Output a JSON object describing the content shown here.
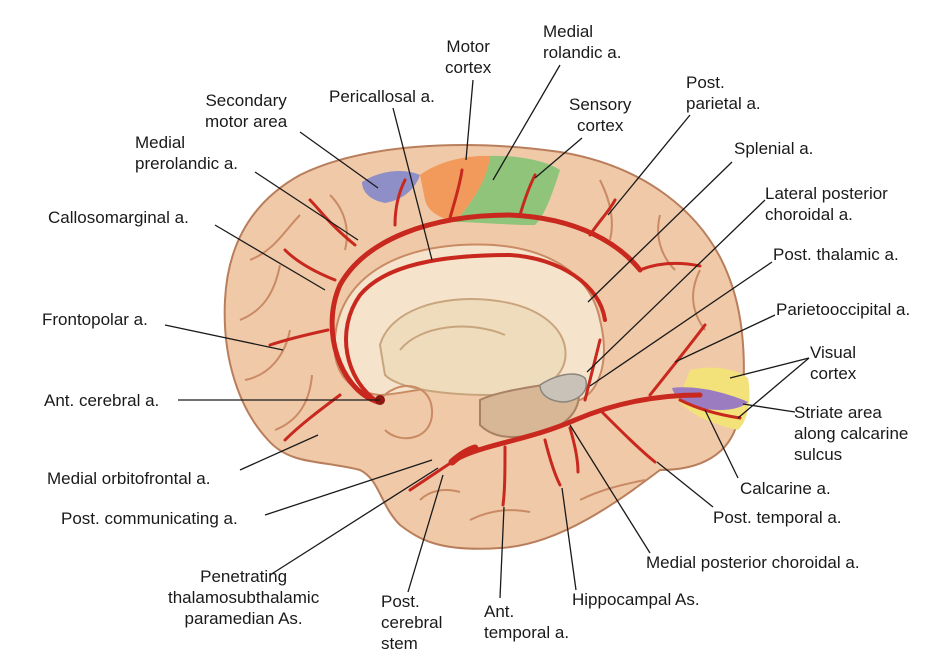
{
  "labels": {
    "motor_cortex": "Motor\ncortex",
    "medial_rolandic": "Medial\nrolandic a.",
    "pericallosal": "Pericallosal a.",
    "secondary_motor_area": "Secondary\nmotor area",
    "sensory_cortex": "Sensory\ncortex",
    "post_parietal": "Post.\nparietal a.",
    "medial_prerolandic": "Medial\nprerolandic a.",
    "splenial": "Splenial a.",
    "callosomarginal": "Callosomarginal a.",
    "lateral_posterior_choroidal": "Lateral posterior\nchoroidal a.",
    "post_thalamic": "Post. thalamic a.",
    "frontopolar": "Frontopolar a.",
    "parietooccipital": "Parietooccipital a.",
    "visual_cortex": "Visual\ncortex",
    "ant_cerebral": "Ant. cerebral a.",
    "striate_area": "Striate area\nalong calcarine\nsulcus",
    "medial_orbitofrontal": "Medial orbitofrontal a.",
    "calcarine": "Calcarine a.",
    "post_communicating": "Post. communicating a.",
    "post_temporal": "Post. temporal a.",
    "medial_posterior_choroidal": "Medial posterior choroidal a.",
    "penetrating": "Penetrating\nthalamosubthalamic\nparamedian As.",
    "post_cerebral_stem": "Post.\ncerebral\nstem",
    "hippocampal": "Hippocampal As.",
    "ant_temporal": "Ant.\ntemporal a."
  },
  "colors": {
    "brain": "#f0c9a8",
    "gyrus_line": "#c98a64",
    "artery": "#c8281e",
    "motor": "#f29a5c",
    "sensory": "#8fc47a",
    "secondary_motor": "#8f8fc8",
    "visual": "#f3e27a",
    "striate": "#9c7cc0",
    "ventricle": "#f6e3cc",
    "thalamus": "#eedcbd"
  }
}
